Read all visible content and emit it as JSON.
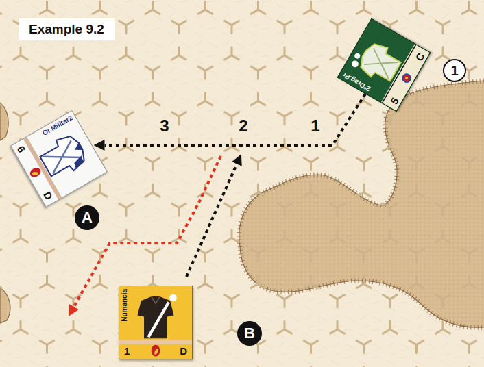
{
  "diagram": {
    "title": "Example 9.2",
    "nodes": [
      {
        "text": [
          "2ºDrag.Pr",
          "C",
          "5"
        ]
      },
      {
        "text": [
          "1"
        ]
      },
      {
        "text": [
          "Or.Militar2",
          "6",
          "D"
        ]
      },
      {
        "text": [
          "A"
        ]
      },
      {
        "text": [
          "Numancia",
          "1",
          "D"
        ]
      },
      {
        "text": [
          "B"
        ]
      }
    ],
    "edges": [
      {
        "from": 0,
        "to": 2,
        "arrow": "to"
      }
    ],
    "labels": [
      "1",
      "2",
      "3"
    ]
  }
}
